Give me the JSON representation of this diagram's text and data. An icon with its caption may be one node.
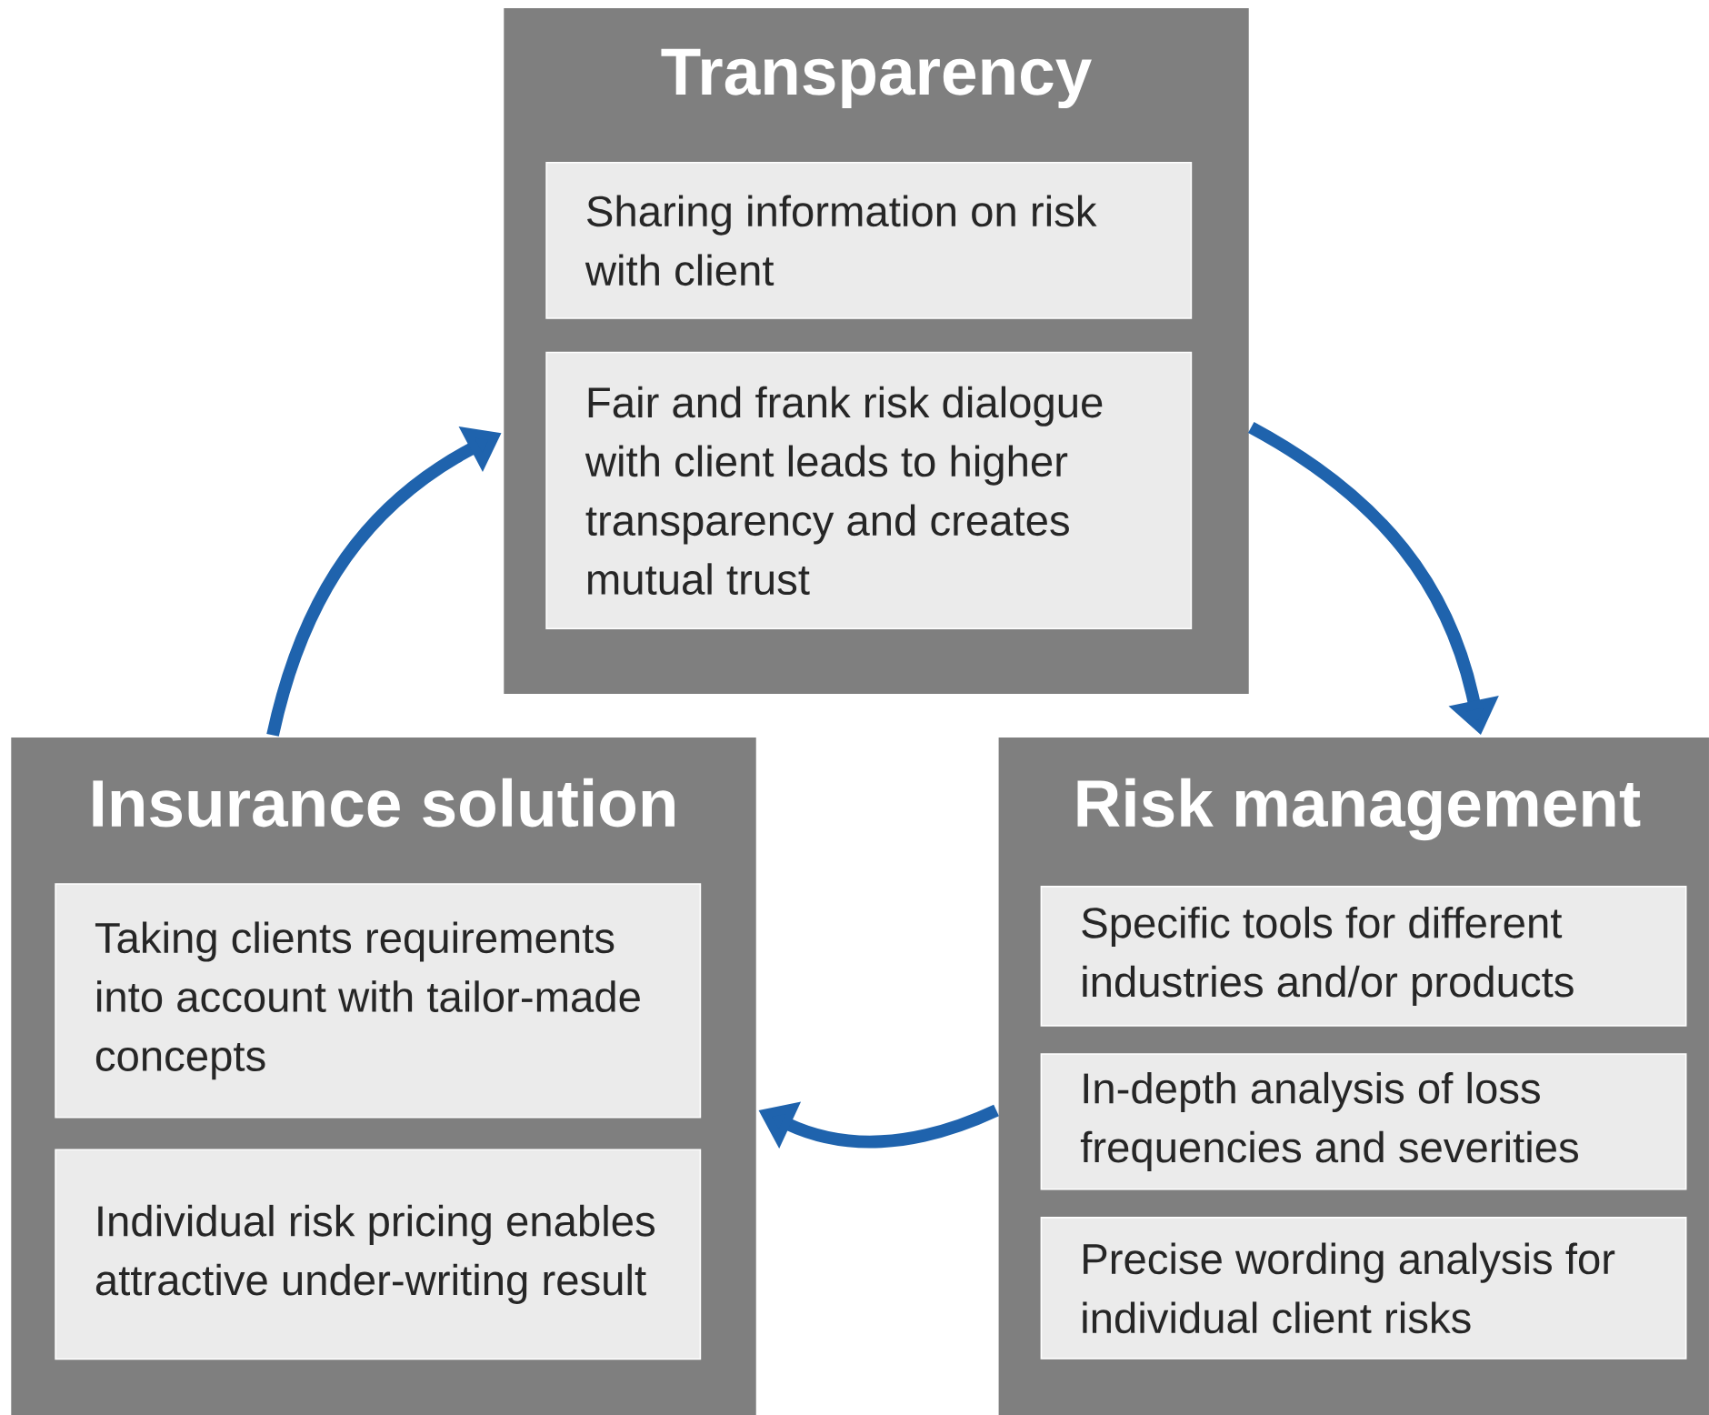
{
  "diagram": {
    "nodes": [
      {
        "text": [
          "Transparency"
        ]
      },
      {
        "text": [
          "Sharing information on risk with client"
        ],
        "in": 0
      },
      {
        "text": [
          "Fair and frank risk dialogue with client leads to higher transparency and creates mutual trust"
        ],
        "in": 0
      },
      {
        "text": [
          "Insurance solution"
        ]
      },
      {
        "text": [
          "Taking clients requirements into account with tailor-made concepts"
        ],
        "in": 3
      },
      {
        "text": [
          "Individual risk pricing enables attractive under-writing result"
        ],
        "in": 3
      },
      {
        "text": [
          "Risk management"
        ]
      },
      {
        "text": [
          "Specific tools for different industries and/or products"
        ],
        "in": 6
      },
      {
        "text": [
          "In-depth analysis of loss frequencies and severities"
        ],
        "in": 6
      },
      {
        "text": [
          "Precise wording analysis for individual client risks"
        ],
        "in": 6
      }
    ],
    "edges": [
      {
        "from": 0,
        "to": 6,
        "arrow": "to"
      },
      {
        "from": 6,
        "to": 3,
        "arrow": "to"
      },
      {
        "from": 3,
        "to": 0,
        "arrow": "to"
      }
    ]
  }
}
